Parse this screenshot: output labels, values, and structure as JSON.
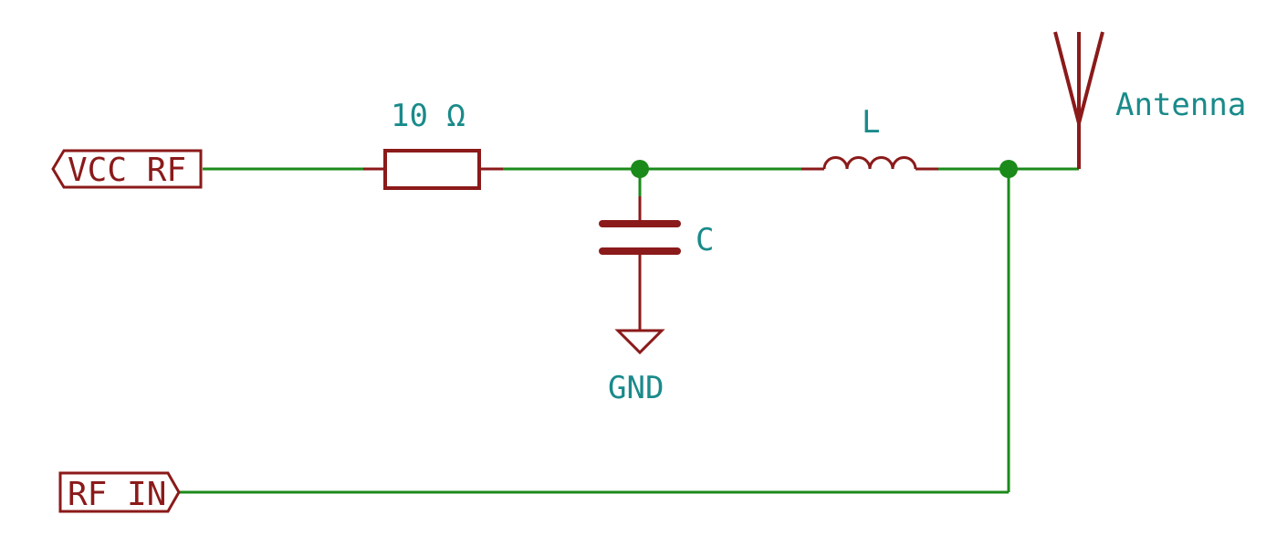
{
  "colors": {
    "wire": "#1a8a1a",
    "component": "#8b1a1a",
    "label": "#1a8a8a",
    "junction": "#1a8a1a",
    "background": "#ffffff"
  },
  "ports": {
    "vcc_rf": "VCC_RF",
    "rf_in": "RF_IN"
  },
  "components": {
    "resistor": {
      "value": "10 Ω"
    },
    "capacitor": {
      "value": "C"
    },
    "inductor": {
      "value": "L"
    },
    "ground": {
      "value": "GND"
    },
    "antenna": {
      "value": "Antenna"
    }
  }
}
